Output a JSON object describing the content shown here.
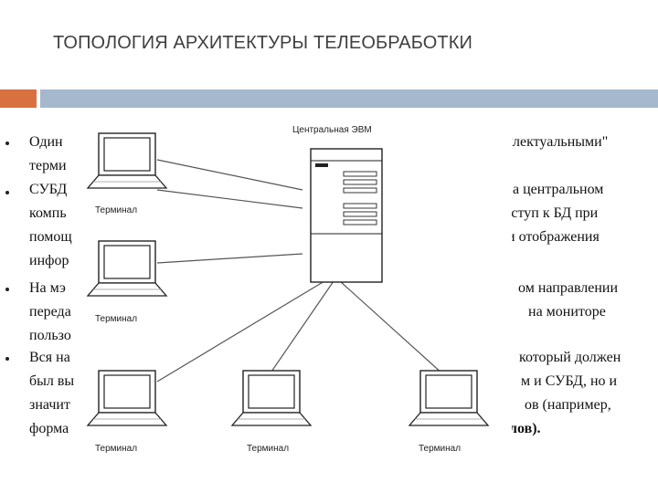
{
  "title": "ТОПОЛОГИЯ АРХИТЕКТУРЫ ТЕЛЕОБРАБОТКИ",
  "bullets": {
    "b1": {
      "l1_left": "Один",
      "l1_right": "ллектуальными\"",
      "l2_left": "терми"
    },
    "b2": {
      "l1_left": "СУБД",
      "l1_right": "а  центральном",
      "l2_left": "компь",
      "l2_right": "оступ  к  БД  при",
      "l3_left": "помощ",
      "l3_right": "и   отображения",
      "l4_left": "инфор"
    },
    "b3": {
      "l1_left": "На   мэ",
      "l1_right": "ом  направлении",
      "l2_left": "переда",
      "l2_right": "на    мониторе",
      "l3_left": "пользо"
    },
    "b4": {
      "l1_left": "Вся на",
      "l1_right": "который должен",
      "l2_left": "был вы",
      "l2_right": "м и СУБД, но и",
      "l3_left": "значит",
      "l3_right": "ов    (например,",
      "l4_left": "форма",
      "l4_right": "лов)."
    }
  },
  "diagram": {
    "server_label": "Центральная ЭВМ",
    "terminal_label": "Терминал"
  }
}
